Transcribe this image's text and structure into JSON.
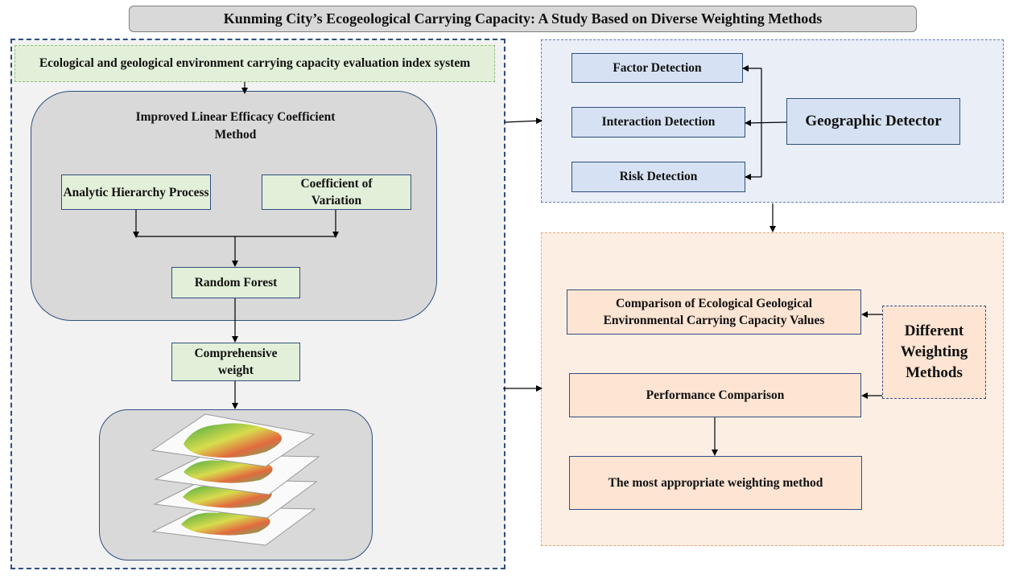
{
  "title": "Kunming City’s Ecogeological Carrying Capacity: A Study Based on Diverse Weighting Methods",
  "left": {
    "index_system": "Ecological and geological environment carrying capacity evaluation index system",
    "improved_method": "Improved Linear Efficacy Coefficient Method",
    "ahp": "Analytic Hierarchy Process",
    "cv": "Coefficient of Variation",
    "random_forest": "Random Forest",
    "comprehensive_weight": "Comprehensive weight"
  },
  "detector": {
    "name": "Geographic Detector",
    "items": [
      "Factor Detection",
      "Interaction Detection",
      "Risk Detection"
    ]
  },
  "comparison": {
    "values": "Comparison of Ecological Geological Environmental Carrying Capacity Values",
    "performance": "Performance Comparison",
    "result": "The most appropriate weighting method",
    "methods": "Different Weighting Methods"
  },
  "colors": {
    "green_fill": "#e2f0d9",
    "blue_fill": "#d6e2f3",
    "peach_fill": "#fde4d3",
    "panel_border": "#2f4f7f"
  }
}
